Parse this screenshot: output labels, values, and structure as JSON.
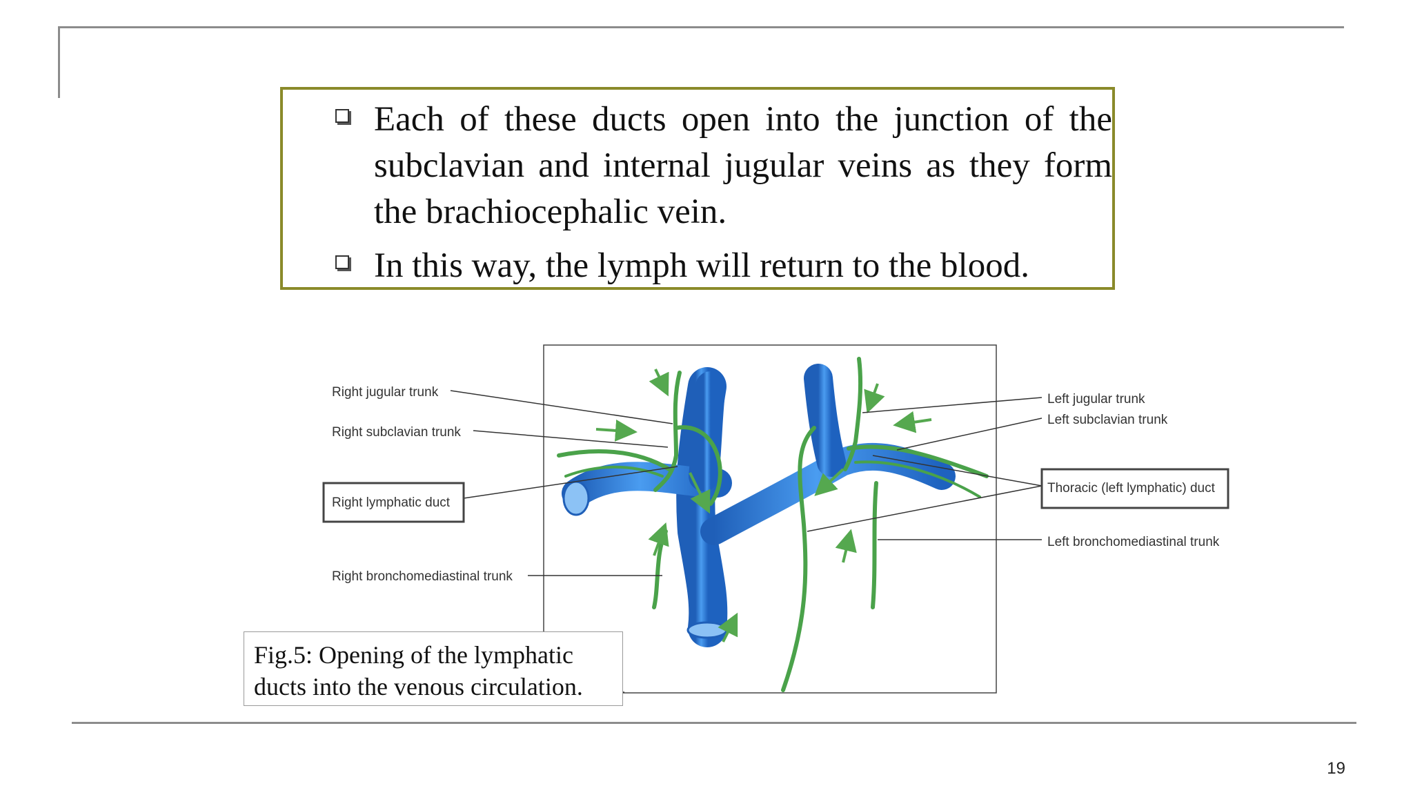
{
  "bullets": [
    "Each of these ducts open into the junction of the subclavian and internal jugular veins as they form the brachiocephalic vein.",
    "In this way, the lymph will return to the blood."
  ],
  "diagram_labels": {
    "right_jugular_trunk": "Right jugular trunk",
    "right_subclavian_trunk": "Right subclavian trunk",
    "right_lymphatic_duct": "Right lymphatic duct",
    "right_bronchomediastinal_trunk": "Right bronchomediastinal trunk",
    "left_jugular_trunk": "Left jugular trunk",
    "left_subclavian_trunk": "Left subclavian trunk",
    "thoracic_duct": "Thoracic (left lymphatic) duct",
    "left_bronchomediastinal_trunk": "Left bronchomediastinal trunk"
  },
  "caption": "Fig.5: Opening of the lymphatic ducts into the venous circulation.",
  "page_number": "19",
  "colors": {
    "vein": "#2f7fd8",
    "lymph": "#4aa24a",
    "box_border": "#8a8a2a"
  }
}
